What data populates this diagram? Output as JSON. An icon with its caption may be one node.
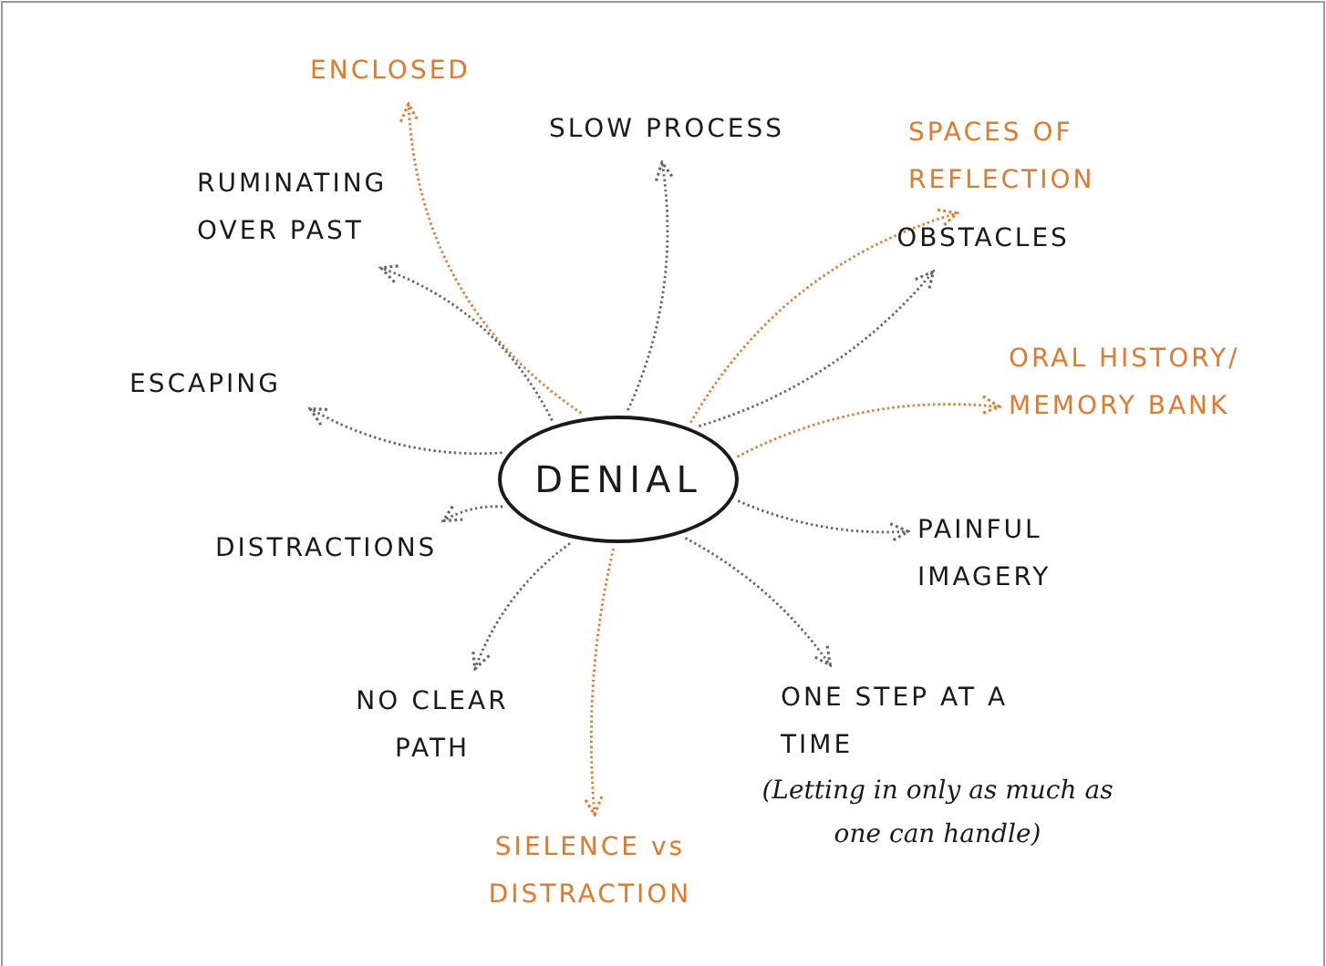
{
  "diagram": {
    "nodes": [
      {
        "text": [
          "DENIAL"
        ]
      },
      {
        "text": [
          "ENCLOSED"
        ]
      },
      {
        "text": [
          "SLOW PROCESS"
        ]
      },
      {
        "text": [
          "SPACES OF REFLECTION"
        ]
      },
      {
        "text": [
          "RUMINATING OVER PAST"
        ]
      },
      {
        "text": [
          "OBSTACLES"
        ]
      },
      {
        "text": [
          "ESCAPING"
        ]
      },
      {
        "text": [
          "ORAL HISTORY/ MEMORY BANK"
        ]
      },
      {
        "text": [
          "DISTRACTIONS"
        ]
      },
      {
        "text": [
          "PAINFUL IMAGERY"
        ]
      },
      {
        "text": [
          "NO CLEAR PATH"
        ]
      },
      {
        "text": [
          "ONE STEP AT A TIME"
        ],
        "beside": [
          "(Letting in only as much as one can handle)"
        ]
      },
      {
        "text": [
          "SIELENCE vs DISTRACTION"
        ]
      }
    ],
    "edges": [
      {
        "from": 0,
        "to": 1,
        "arrow": "to",
        "color": "#e07a2c"
      },
      {
        "from": 0,
        "to": 2,
        "arrow": "to"
      },
      {
        "from": 0,
        "to": 3,
        "arrow": "to",
        "color": "#e07a2c"
      },
      {
        "from": 0,
        "to": 4,
        "arrow": "to"
      },
      {
        "from": 0,
        "to": 5,
        "arrow": "to"
      },
      {
        "from": 0,
        "to": 6,
        "arrow": "to"
      },
      {
        "from": 0,
        "to": 7,
        "arrow": "to",
        "color": "#e07a2c"
      },
      {
        "from": 0,
        "to": 8,
        "arrow": "to"
      },
      {
        "from": 0,
        "to": 9,
        "arrow": "to"
      },
      {
        "from": 0,
        "to": 10,
        "arrow": "to"
      },
      {
        "from": 0,
        "to": 11,
        "arrow": "to"
      },
      {
        "from": 0,
        "to": 12,
        "arrow": "to",
        "color": "#e07a2c"
      }
    ]
  }
}
